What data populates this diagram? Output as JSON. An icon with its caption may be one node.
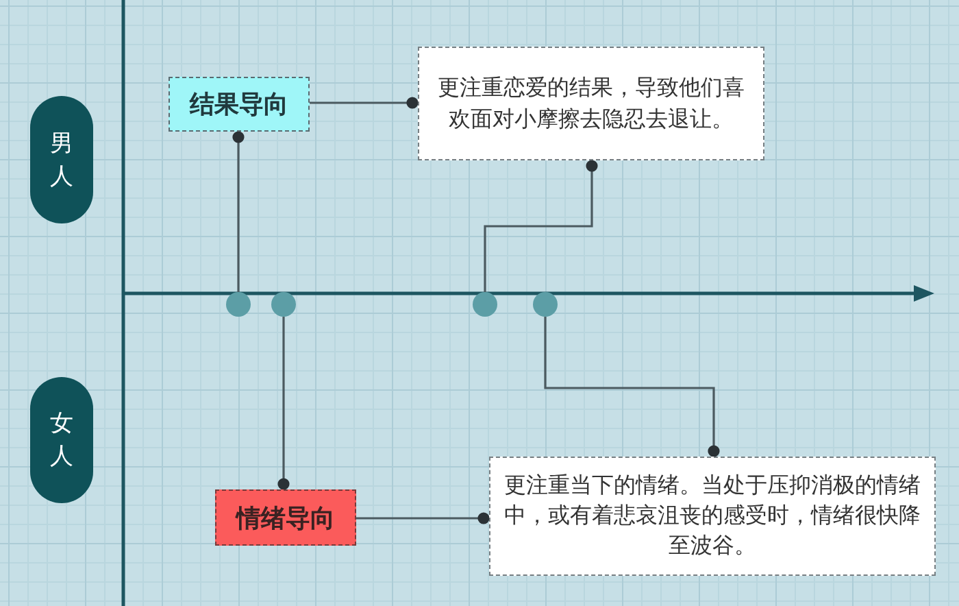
{
  "diagram": {
    "nodes": [
      {
        "text": [
          "男人"
        ]
      },
      {
        "text": [
          "女人"
        ]
      },
      {
        "text": [
          "结果导向"
        ]
      },
      {
        "text": [
          "更注重恋爱的结果，导致他们喜欢面对小摩擦去隐忍去退让。"
        ]
      },
      {
        "text": [
          "情绪导向"
        ]
      },
      {
        "text": [
          "更注重当下的情绪。当处于压抑消极的情绪中，或有着悲哀沮丧的感受时，情绪很快降至波谷。"
        ]
      },
      {
        "text": [],
        "shape": "circle"
      },
      {
        "text": [],
        "shape": "circle"
      },
      {
        "text": [],
        "shape": "circle"
      },
      {
        "text": [],
        "shape": "circle"
      }
    ],
    "edges": [
      {
        "from": 6,
        "to": 2,
        "arrow": "other"
      },
      {
        "from": 2,
        "to": 3,
        "arrow": "other"
      },
      {
        "from": 8,
        "to": 3,
        "arrow": "other"
      },
      {
        "from": 7,
        "to": 4,
        "arrow": "other"
      },
      {
        "from": 4,
        "to": 5,
        "arrow": "other"
      },
      {
        "from": 9,
        "to": 5,
        "arrow": "other"
      }
    ]
  }
}
